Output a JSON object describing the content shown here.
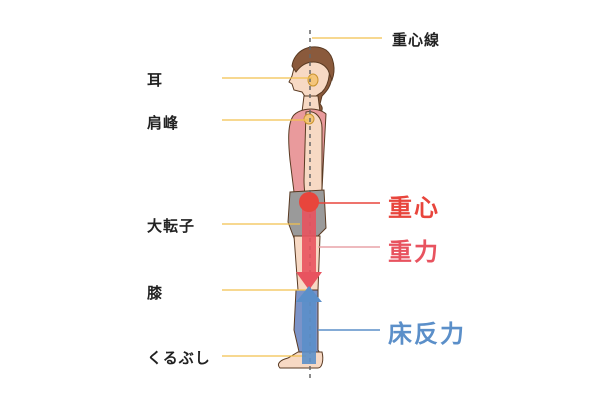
{
  "labels": {
    "line_of_gravity": "重心線",
    "ear": "耳",
    "acromion": "肩峰",
    "greater_trochanter": "大転子",
    "knee": "膝",
    "ankle": "くるぶし"
  },
  "forces": {
    "center_of_gravity": "重心",
    "gravity": "重力",
    "ground_reaction": "床反力"
  },
  "colors": {
    "guide_line": "#f2c14e",
    "center_of_gravity": "#e8453c",
    "gravity": "#e8535f",
    "ground_reaction": "#5b8fc9",
    "skin": "#f7d9c4",
    "top": "#e99a9c",
    "shorts": "#9a9a9a",
    "leggings": "#7b93c8",
    "hair": "#8a5a3c"
  }
}
